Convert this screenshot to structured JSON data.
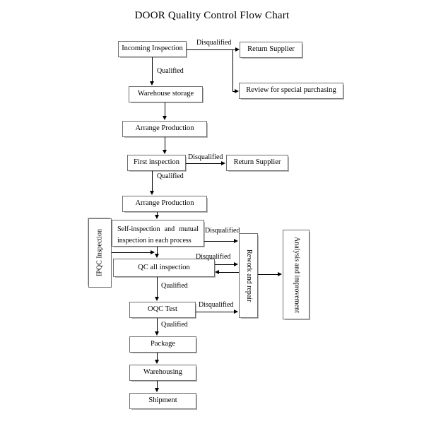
{
  "diagram": {
    "title": "DOOR Quality Control Flow Chart",
    "type": "flowchart",
    "nodes": [
      {
        "id": "incoming_inspection",
        "label": "Incoming Inspection"
      },
      {
        "id": "return_supplier_1",
        "label": "Return Supplier"
      },
      {
        "id": "review_special_purchasing",
        "label": "Review for special purchasing"
      },
      {
        "id": "warehouse_storage",
        "label": "Warehouse storage"
      },
      {
        "id": "arrange_production_1",
        "label": "Arrange Production"
      },
      {
        "id": "first_inspection",
        "label": "First inspection"
      },
      {
        "id": "return_supplier_2",
        "label": "Return Supplier"
      },
      {
        "id": "arrange_production_2",
        "label": "Arrange Production"
      },
      {
        "id": "ipqc_inspection",
        "label": "IPQC Inspection"
      },
      {
        "id": "self_mutual_inspection",
        "label": "Self-inspection and mutual inspection in each process",
        "line1": "Self-inspection and mutual",
        "line2": "inspection in each process"
      },
      {
        "id": "qc_all_inspection",
        "label": "QC all inspection"
      },
      {
        "id": "oqc_test",
        "label": "OQC Test"
      },
      {
        "id": "rework_and_repair",
        "label": "Rework and repair"
      },
      {
        "id": "analysis_and_improvement",
        "label": "Analysis and improvement"
      },
      {
        "id": "package",
        "label": "Package"
      },
      {
        "id": "warehousing",
        "label": "Warehousing"
      },
      {
        "id": "shipment",
        "label": "Shipment"
      }
    ],
    "edge_labels": {
      "incoming_disqualified": "Disqualified",
      "incoming_qualified": "Qualified",
      "first_disqualified": "Disqualified",
      "first_qualified": "Qualified",
      "self_disqualified": "Disqualified",
      "qc_disqualified": "Disqualified",
      "qc_qualified": "Qualified",
      "oqc_disqualified": "Disqualified",
      "oqc_qualified": "Qualified"
    },
    "colors": {
      "background": "#ffffff",
      "node_border": "#6e6e6e",
      "node_fill": "#ffffff",
      "connector": "#000000",
      "text": "#000000",
      "shadow": "#b6b6b6"
    }
  }
}
